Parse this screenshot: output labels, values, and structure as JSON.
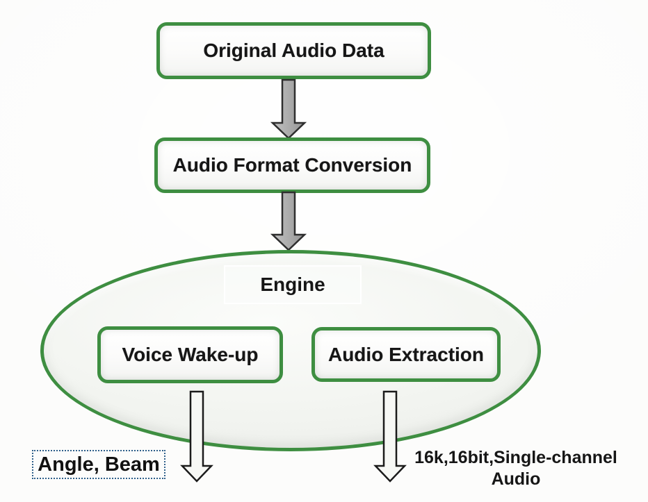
{
  "diagram": {
    "title": "audio-processing-flowchart",
    "nodes": {
      "original_audio": {
        "label": "Original Audio Data"
      },
      "format_conversion": {
        "label": "Audio Format Conversion"
      },
      "engine": {
        "label": "Engine"
      },
      "voice_wakeup": {
        "label": "Voice Wake-up"
      },
      "audio_extraction": {
        "label": "Audio Extraction"
      }
    },
    "outputs": {
      "angle_beam": {
        "label": "Angle, Beam"
      },
      "audio_spec": {
        "line1": "16k,16bit,Single-channel",
        "line2": "Audio"
      }
    },
    "connectors": [
      {
        "from": "original_audio",
        "to": "format_conversion",
        "style": "gray-block-arrow"
      },
      {
        "from": "format_conversion",
        "to": "engine",
        "style": "gray-block-arrow"
      },
      {
        "from": "voice_wakeup",
        "to": "angle_beam",
        "style": "white-block-arrow"
      },
      {
        "from": "audio_extraction",
        "to": "audio_spec",
        "style": "white-block-arrow"
      }
    ],
    "colors": {
      "node_border_green": "#3e8e41",
      "arrow_gray_fill": "#ababab",
      "arrow_gray_stroke": "#2e2e2e",
      "arrow_white_fill": "#f7f8f5",
      "arrow_white_stroke": "#1b1b1b",
      "dotted_box_blue": "#2e5f8a",
      "ellipse_fill": "#f3f5f1",
      "text_color": "#161616",
      "background": "#fdfdfc"
    }
  }
}
